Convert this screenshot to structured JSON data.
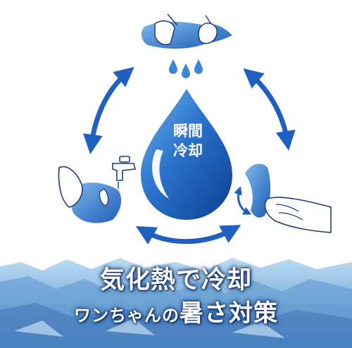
{
  "drop": {
    "label_line_1": "瞬間",
    "label_line_2": "冷却"
  },
  "headline": {
    "line_1": "気化熱で冷却",
    "line_2_small": "ワンちゃんの",
    "line_2_large": "暑さ対策"
  },
  "illustrations": [
    "hand-wringing-towel-icon",
    "water-drops-icon",
    "faucet-wetting-towel-icon",
    "hand-holding-towel-icon",
    "cycle-arrows-icon"
  ],
  "colors": {
    "primary_blue": "#1f5fc0",
    "light_blue": "#5fa6e8",
    "dark_navy": "#0b2a6a",
    "ice_background": "#9cc6e6"
  }
}
